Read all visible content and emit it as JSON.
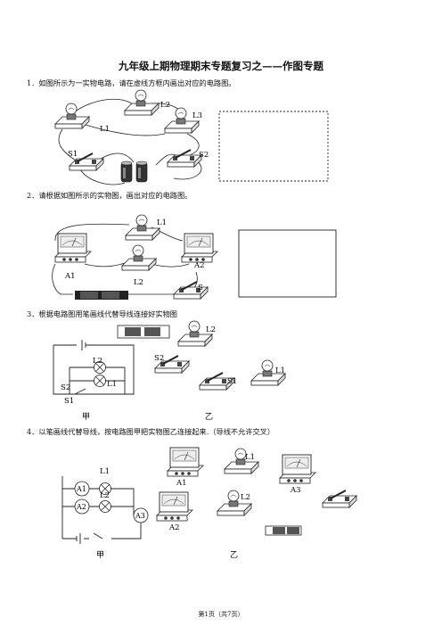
{
  "document": {
    "title": "九年级上期物理期末专题复习之——作图专题",
    "footer": "第1页（共7页）"
  },
  "questions": [
    {
      "num": "1．",
      "text": "如图所示为一实物电路，请在虚线方框内画出对应的电路图。"
    },
    {
      "num": "2．",
      "text": "请根据如图所示的实物图，画出对应的电路图。"
    },
    {
      "num": "3．",
      "text": "根据电路图用笔画线代替导线连接好实物图"
    },
    {
      "num": "4．",
      "text": "以笔画线代替导线，按电路图甲把实物图乙连接起来.（导线不允许交叉）"
    }
  ],
  "labels": {
    "q1": {
      "L1": "L1",
      "L2": "L2",
      "L3": "L3",
      "S1": "S1",
      "S2": "S2"
    },
    "q2": {
      "L1": "L1",
      "L2": "L2",
      "A1": "A1",
      "A2": "A2",
      "S": "S"
    },
    "q3": {
      "L1": "L1",
      "L2": "L2",
      "S1": "S1",
      "S2": "S2",
      "jia": "甲",
      "yi": "乙"
    },
    "q4": {
      "L1": "L1",
      "L2": "L2",
      "A1": "A1",
      "A2": "A2",
      "A3": "A3",
      "jia": "甲",
      "yi": "乙"
    }
  }
}
